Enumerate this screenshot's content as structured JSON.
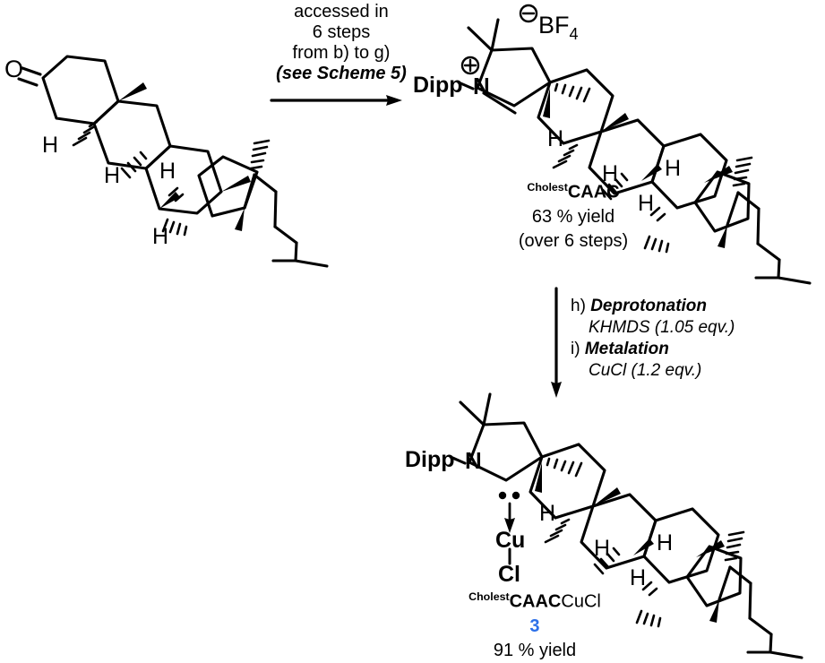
{
  "scheme": {
    "title": "Synthesis of CholestCAAC and its copper chloride complex",
    "line_color": "#000000",
    "accent_color": "#2b6fe8"
  },
  "arrow_top": {
    "name": "horizontal-reaction-arrow",
    "conditions": [
      "accessed in",
      "6 steps",
      "from b) to g)"
    ],
    "reference": "(see Scheme 5)"
  },
  "arrow_side": {
    "name": "vertical-reaction-arrow",
    "steps": [
      {
        "marker": "h)",
        "title": "Deprotonation",
        "reagent": "KHMDS (1.05 eqv.)"
      },
      {
        "marker": "i)",
        "title": "Metalation",
        "reagent": "CuCl (1.2 eqv.)"
      }
    ]
  },
  "reactant": {
    "name": "cholestan-3-one",
    "atom_labels": [
      "O",
      "H",
      "H",
      "H",
      "H"
    ]
  },
  "product_salt": {
    "name": "cholest-caac-tetrafluoroborate",
    "atom_labels": [
      "Dipp",
      "N",
      "H",
      "H",
      "H",
      "H"
    ],
    "cation_charge": "⊕",
    "anion_charge": "⊖",
    "counterion_element": "BF",
    "counterion_sub": "4",
    "label_prefix": "Cholest",
    "label_main": "CAAC",
    "yield": "63 % yield",
    "note": "(over 6 steps)"
  },
  "product_complex": {
    "name": "cholest-caac-copper-chloride",
    "atom_labels": [
      "Dipp",
      "N",
      "Cu",
      "Cl",
      "H",
      "H",
      "H",
      "H"
    ],
    "label_prefix": "Cholest",
    "label_main": "CAAC",
    "label_suffix": "CuCl",
    "compound_number": "3",
    "yield": "91 % yield"
  }
}
